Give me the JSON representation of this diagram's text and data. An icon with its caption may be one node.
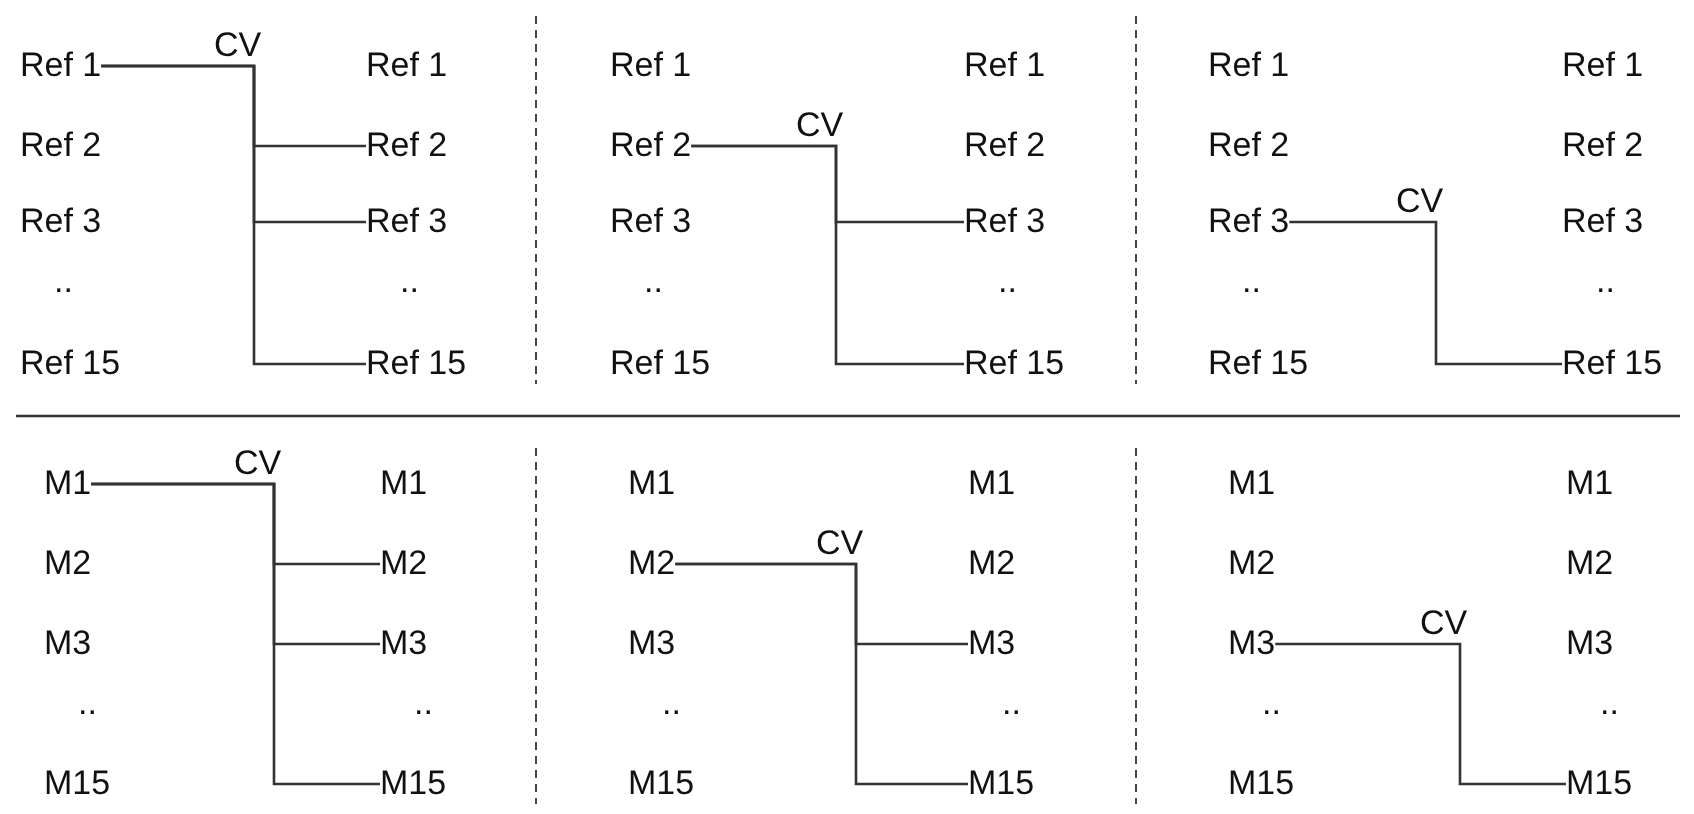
{
  "diagram": {
    "nodes": [
      {
        "text": [
          "Ref 1"
        ]
      },
      {
        "text": [
          "Ref 2"
        ]
      },
      {
        "text": [
          "Ref 3"
        ]
      },
      {
        "text": [
          ".."
        ]
      },
      {
        "text": [
          "Ref 15"
        ]
      },
      {
        "text": [
          "Ref 1"
        ]
      },
      {
        "text": [
          "Ref 2"
        ]
      },
      {
        "text": [
          "Ref 3"
        ]
      },
      {
        "text": [
          ".."
        ]
      },
      {
        "text": [
          "Ref 15"
        ]
      },
      {
        "text": [
          "Ref 1"
        ]
      },
      {
        "text": [
          "Ref 2"
        ]
      },
      {
        "text": [
          "Ref 3"
        ]
      },
      {
        "text": [
          ".."
        ]
      },
      {
        "text": [
          "Ref 15"
        ]
      },
      {
        "text": [
          "Ref 1"
        ]
      },
      {
        "text": [
          "Ref 2"
        ]
      },
      {
        "text": [
          "Ref 3"
        ]
      },
      {
        "text": [
          ".."
        ]
      },
      {
        "text": [
          "Ref 15"
        ]
      },
      {
        "text": [
          "Ref 1"
        ]
      },
      {
        "text": [
          "Ref 2"
        ]
      },
      {
        "text": [
          "Ref 3"
        ]
      },
      {
        "text": [
          ".."
        ]
      },
      {
        "text": [
          "Ref 15"
        ]
      },
      {
        "text": [
          "Ref 1"
        ]
      },
      {
        "text": [
          "Ref 2"
        ]
      },
      {
        "text": [
          "Ref 3"
        ]
      },
      {
        "text": [
          ".."
        ]
      },
      {
        "text": [
          "Ref 15"
        ]
      },
      {
        "text": [
          "M1"
        ]
      },
      {
        "text": [
          "M2"
        ]
      },
      {
        "text": [
          "M3"
        ]
      },
      {
        "text": [
          ".."
        ]
      },
      {
        "text": [
          "M15"
        ]
      },
      {
        "text": [
          "M1"
        ]
      },
      {
        "text": [
          "M2"
        ]
      },
      {
        "text": [
          "M3"
        ]
      },
      {
        "text": [
          ".."
        ]
      },
      {
        "text": [
          "M15"
        ]
      },
      {
        "text": [
          "M1"
        ]
      },
      {
        "text": [
          "M2"
        ]
      },
      {
        "text": [
          "M3"
        ]
      },
      {
        "text": [
          ".."
        ]
      },
      {
        "text": [
          "M15"
        ]
      },
      {
        "text": [
          "M1"
        ]
      },
      {
        "text": [
          "M2"
        ]
      },
      {
        "text": [
          "M3"
        ]
      },
      {
        "text": [
          ".."
        ]
      },
      {
        "text": [
          "M15"
        ]
      },
      {
        "text": [
          "M1"
        ]
      },
      {
        "text": [
          "M2"
        ]
      },
      {
        "text": [
          "M3"
        ]
      },
      {
        "text": [
          ".."
        ]
      },
      {
        "text": [
          "M15"
        ]
      },
      {
        "text": [
          "M1"
        ]
      },
      {
        "text": [
          "M2"
        ]
      },
      {
        "text": [
          "M3"
        ]
      },
      {
        "text": [
          ".."
        ]
      },
      {
        "text": [
          "M15"
        ]
      }
    ],
    "edges": [
      {
        "from": 0,
        "to": 6,
        "arrow": "none",
        "label": "CV"
      },
      {
        "from": 0,
        "to": 7,
        "arrow": "none"
      },
      {
        "from": 0,
        "to": 9,
        "arrow": "none"
      },
      {
        "from": 11,
        "to": 17,
        "arrow": "none",
        "label": "CV"
      },
      {
        "from": 11,
        "to": 19,
        "arrow": "none"
      },
      {
        "from": 22,
        "to": 29,
        "arrow": "none",
        "label": "CV"
      },
      {
        "from": 30,
        "to": 36,
        "arrow": "none",
        "label": "CV"
      },
      {
        "from": 30,
        "to": 37,
        "arrow": "none"
      },
      {
        "from": 30,
        "to": 39,
        "arrow": "none"
      },
      {
        "from": 41,
        "to": 47,
        "arrow": "none",
        "label": "CV"
      },
      {
        "from": 41,
        "to": 49,
        "arrow": "none"
      },
      {
        "from": 52,
        "to": 59,
        "arrow": "none",
        "label": "CV"
      }
    ]
  }
}
